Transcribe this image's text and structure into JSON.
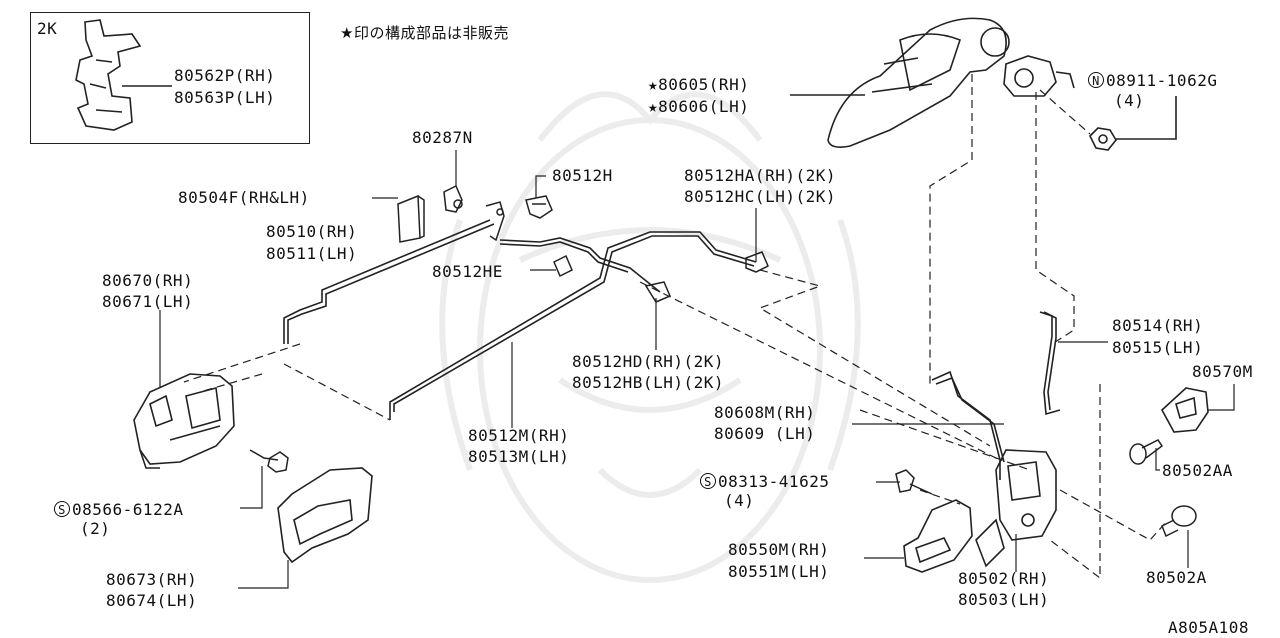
{
  "diagram": {
    "note": "★印の構成部品は非販売",
    "inset": {
      "tag": "2K",
      "labels": [
        "80562P(RH)",
        "80563P(LH)"
      ]
    },
    "diagram_id": "A805A108",
    "callouts": {
      "p80605": [
        "★80605(RH)",
        "★80606(LH)"
      ],
      "p08911": {
        "prefix": "N",
        "code": "08911-1062G",
        "qty": "(4)"
      },
      "p80287n": "80287N",
      "p80512h": "80512H",
      "p80504f": "80504F(RH&LH)",
      "p80512ha": [
        "80512HA(RH)(2K)",
        "80512HC(LH)(2K)"
      ],
      "p80510": [
        "80510(RH)",
        "80511(LH)"
      ],
      "p80512he": "80512HE",
      "p80670": [
        "80670(RH)",
        "80671(LH)"
      ],
      "p80514": [
        "80514(RH)",
        "80515(LH)"
      ],
      "p80570m": "80570M",
      "p80512hd": [
        "80512HD(RH)(2K)",
        "80512HB(LH)(2K)"
      ],
      "p80608m": [
        "80608M(RH)",
        "80609 (LH)"
      ],
      "p80512m": [
        "80512M(RH)",
        "80513M(LH)"
      ],
      "p80502aa": "80502AA",
      "p08313": {
        "prefix": "S",
        "code": "08313-41625",
        "qty": "(4)"
      },
      "p08566": {
        "prefix": "S",
        "code": "08566-6122A",
        "qty": "(2)"
      },
      "p80550m": [
        "80550M(RH)",
        "80551M(LH)"
      ],
      "p80502": [
        "80502(RH)",
        "80503(LH)"
      ],
      "p80502a": "80502A",
      "p80673": [
        "80673(RH)",
        "80674(LH)"
      ]
    }
  }
}
